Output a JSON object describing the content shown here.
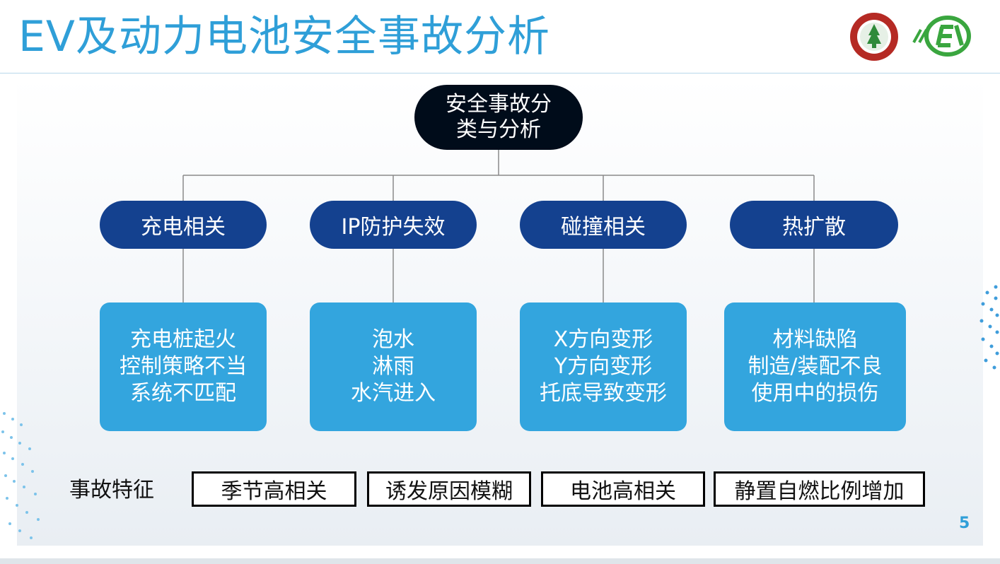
{
  "title": "EV及动力电池安全事故分析",
  "logos": {
    "left": "university-seal",
    "right": "ev-brand-mark"
  },
  "diagram": {
    "root": {
      "line1": "安全事故分",
      "line2": "类与分析"
    },
    "categories": [
      {
        "label": "充电相关",
        "details": [
          "充电桩起火",
          "控制策略不当",
          "系统不匹配"
        ]
      },
      {
        "label": "IP防护失效",
        "details": [
          "泡水",
          "淋雨",
          "水汽进入"
        ]
      },
      {
        "label": "碰撞相关",
        "details": [
          "X方向变形",
          "Y方向变形",
          "托底导致变形"
        ]
      },
      {
        "label": "热扩散",
        "details": [
          "材料缺陷",
          "制造/装配不良",
          "使用中的损伤"
        ]
      }
    ]
  },
  "features": {
    "label": "事故特征",
    "items": [
      "季节高相关",
      "诱发原因模糊",
      "电池高相关",
      "静置自燃比例增加"
    ]
  },
  "page_number": "5",
  "colors": {
    "title": "#2f9fd8",
    "root_fill": "#000c1a",
    "category_fill": "#14418f",
    "detail_fill": "#33a5de",
    "connector": "#8a8a8a"
  }
}
